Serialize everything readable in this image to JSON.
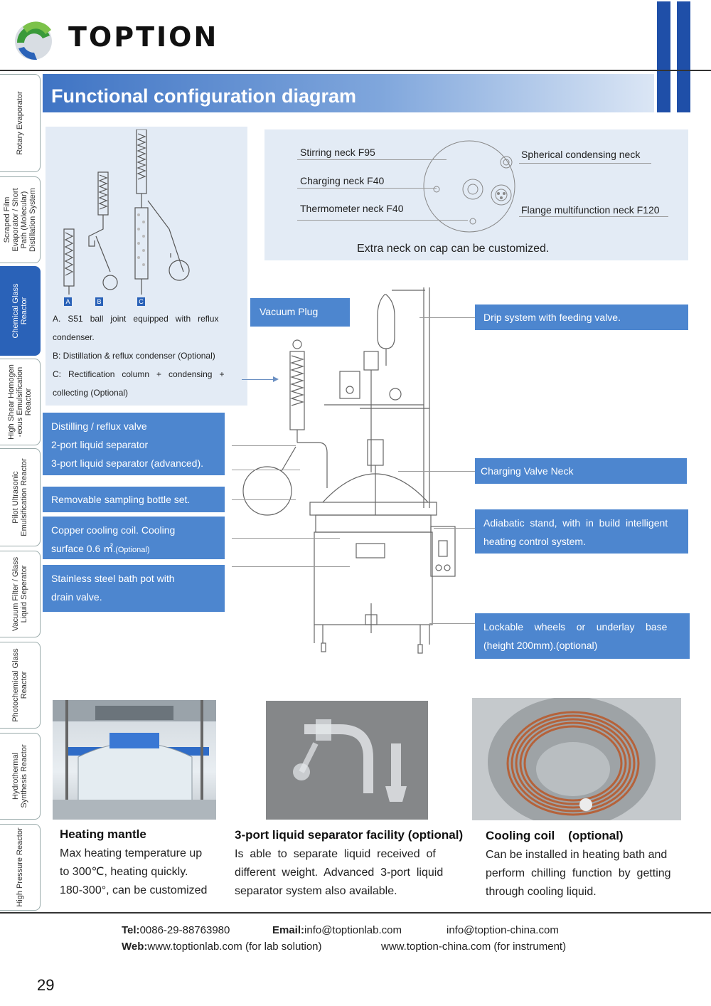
{
  "brand": {
    "name": "TOPTION"
  },
  "sidebar": {
    "items": [
      {
        "label": "Rotary Evaporator",
        "active": false
      },
      {
        "label": "Scraped Film Evaporator / Short Path (Molecular) Distillation System",
        "active": false
      },
      {
        "label": "Chemical Glass Reactor",
        "active": true
      },
      {
        "label": "High Shear Homogen -eous Emulsification Reactor",
        "active": false
      },
      {
        "label": "Pilot Ultrasonic Emulsification Reactor",
        "active": false
      },
      {
        "label": "Vacuum Filter / Glass Liquid Seperator",
        "active": false
      },
      {
        "label": "Photochemical Glass Reactor",
        "active": false
      },
      {
        "label": "Hydrothermal Synthesis Reactor",
        "active": false
      },
      {
        "label": "High Pressure Reactor",
        "active": false
      }
    ]
  },
  "title": "Functional configuration diagram",
  "condensers": {
    "tags": [
      "A",
      "B",
      "C"
    ],
    "line_a1": "A.   S51   ball   joint   equipped   with   reflux",
    "line_a2": "condenser.",
    "line_b": "B: Distillation & reflux condenser (Optional)",
    "line_c1": "C:   Rectification   column   +   condensing   +",
    "line_c2": "collecting (Optional)"
  },
  "cap": {
    "stirring": "Stirring neck F95",
    "charging": "Charging neck F40",
    "thermometer": "Thermometer neck F40",
    "spherical": "Spherical condensing neck",
    "flange": "Flange multifunction neck F120",
    "note": "Extra neck on cap can be customized."
  },
  "labels": {
    "vacuum_plug": "Vacuum Plug",
    "drip": "Drip system with feeding valve.",
    "distilling": [
      "Distilling / reflux valve",
      "2-port liquid separator",
      "3-port liquid separator (advanced)."
    ],
    "sampling": "Removable sampling bottle set.",
    "copper1": "Copper cooling coil. Cooling",
    "copper2": "surface 0.6 ㎡",
    "copper_opt": ".(Optional)",
    "bath1": "Stainless steel bath pot with",
    "bath2": "drain valve.",
    "charging_valve": "Charging Valve Neck",
    "adiabatic1": "Adiabatic  stand,  with  in  build  intelligent",
    "adiabatic2": "heating control system.",
    "wheels1": "Lockable    wheels    or    underlay    base",
    "wheels2": "(height 200mm).(optional)"
  },
  "features": [
    {
      "heading": "Heating mantle",
      "lines": [
        "Max heating temperature up",
        "to 300℃, heating quickly.",
        "180-300°, can be customized"
      ]
    },
    {
      "heading": "3-port liquid separator facility (optional)",
      "lines": [
        "Is  able  to  separate  liquid  received  of",
        "different  weight.  Advanced  3-port  liquid",
        "separator system also available."
      ]
    },
    {
      "heading": "Cooling coil    (optional)",
      "lines": [
        "Can be installed in heating bath and",
        "perform  chilling  function  by  getting",
        "through cooling liquid."
      ]
    }
  ],
  "footer": {
    "tel_label": "Tel:",
    "tel": "0086-29-88763980",
    "email_label": "Email:",
    "email1": "info@toptionlab.com",
    "email2": "info@toption-china.com",
    "web_label": "Web:",
    "web1": "www.toptionlab.com (for lab solution)",
    "web2": "www.toption-china.com (for instrument)"
  },
  "page_number": "29",
  "colors": {
    "accent_blue": "#4d86cf",
    "dark_blue": "#1f4fa8",
    "light_panel": "#e3ebf5"
  }
}
